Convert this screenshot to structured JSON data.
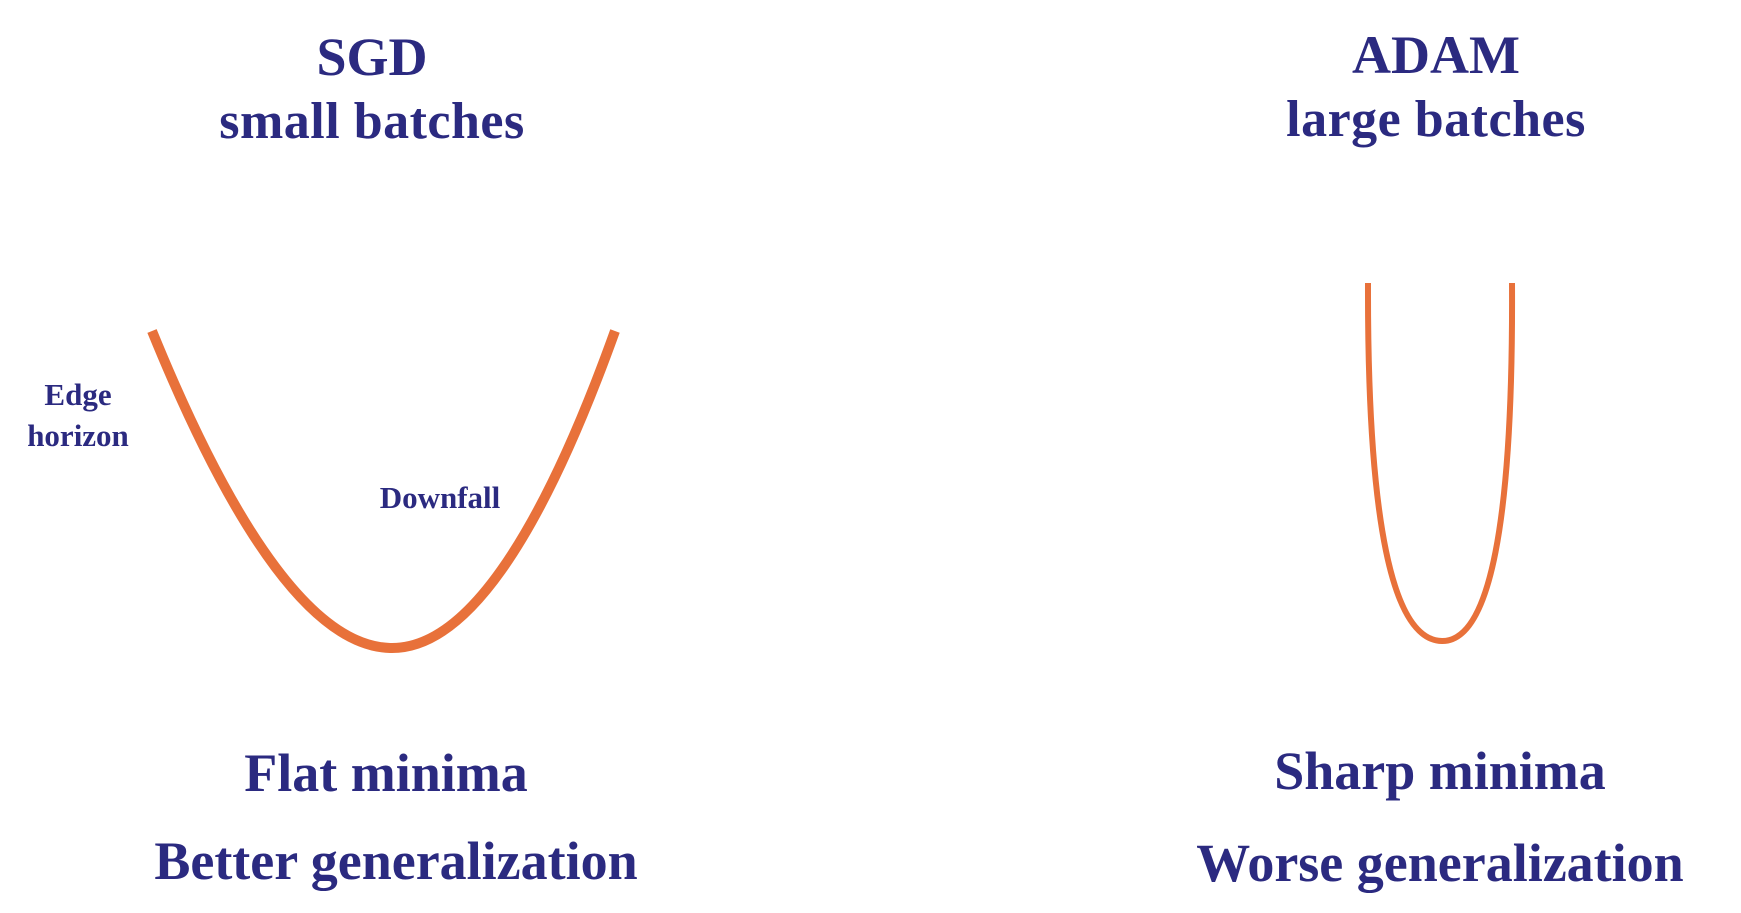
{
  "colors": {
    "text": "#2b2a80",
    "curve": "#e8713a",
    "background": "#ffffff"
  },
  "left": {
    "title": "SGD",
    "subtitle": "small batches",
    "label_edge": "Edge",
    "label_horizon": "horizon",
    "label_downfall": "Downfall",
    "caption1": "Flat minima",
    "caption2": "Better generalization"
  },
  "right": {
    "title": "ADAM",
    "subtitle": "large batches",
    "caption1": "Sharp minima",
    "caption2": "Worse generalization"
  }
}
